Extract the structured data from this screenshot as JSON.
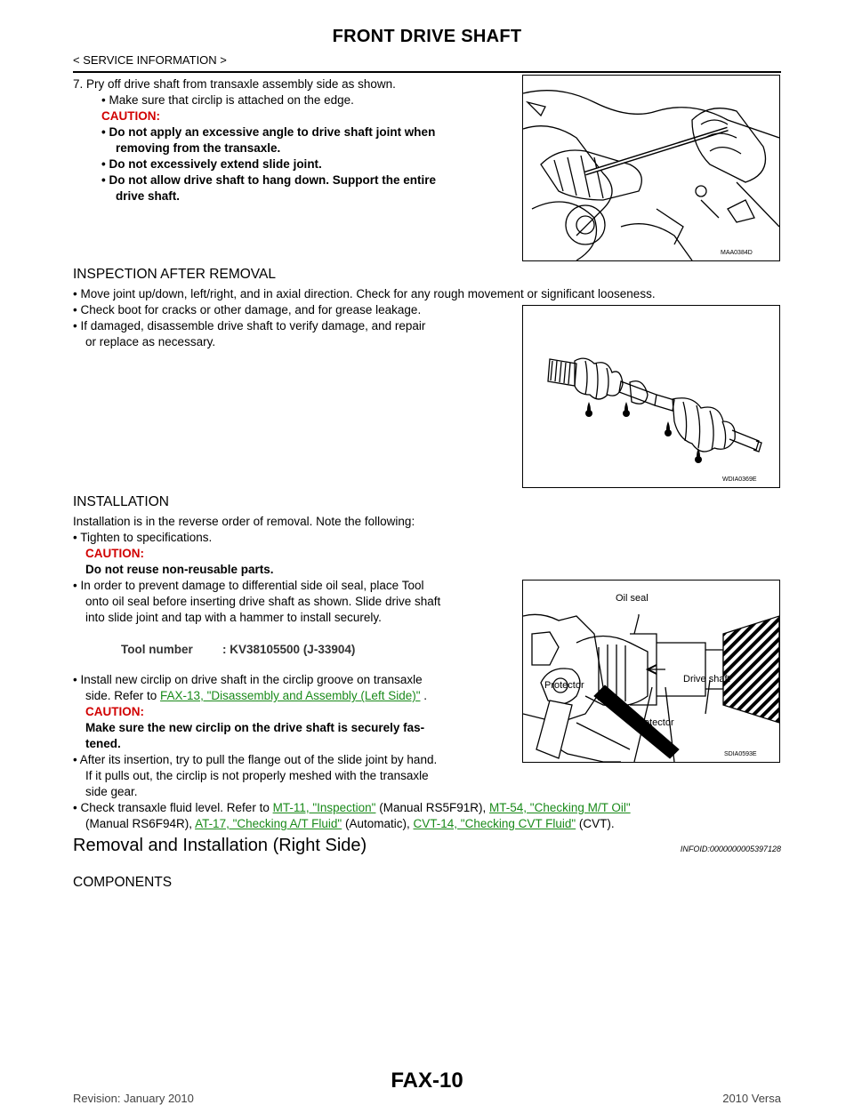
{
  "header": {
    "title": "FRONT DRIVE SHAFT",
    "section": "< SERVICE INFORMATION >"
  },
  "step7": {
    "main": "7.   Pry off drive shaft from transaxle assembly side as shown.",
    "bullet1": "• Make sure that circlip is attached on the edge.",
    "caution_label": "CAUTION:",
    "caution1a": "• Do not apply an excessive angle to drive shaft joint when",
    "caution1b": "removing from the transaxle.",
    "caution2": "• Do not excessively extend slide joint.",
    "caution3a": "• Do not allow drive shaft to hang down. Support the entire",
    "caution3b": "drive shaft."
  },
  "figures": {
    "fig1_code": "MAA0384D",
    "fig2_code": "WDIA0369E",
    "fig3_code": "SDIA0593E",
    "fig3_label_oil_seal": "Oil seal",
    "fig3_label_protector_left": "Protector",
    "fig3_label_protector_right": "Protector",
    "fig3_label_drive_shaft": "Drive shaft"
  },
  "inspection": {
    "heading": "INSPECTION AFTER REMOVAL",
    "b1": "• Move joint up/down, left/right, and in axial direction. Check for any rough movement or significant looseness.",
    "b2": "• Check boot for cracks or other damage, and for grease leakage.",
    "b3a": "• If damaged, disassemble drive shaft to verify damage, and repair",
    "b3b": "or replace as necessary."
  },
  "installation": {
    "heading": "INSTALLATION",
    "intro": "Installation is in the reverse order of removal. Note the following:",
    "b1": "• Tighten to specifications.",
    "b1_caution_label": "CAUTION:",
    "b1_caution_text": "Do not reuse non-reusable parts.",
    "b2a": "• In order to prevent damage to differential side oil seal, place Tool",
    "b2b": "onto oil seal before inserting drive shaft as shown. Slide drive shaft",
    "b2c": "into slide joint and tap with a hammer to install securely.",
    "tool_label": "Tool number",
    "tool_value": ": KV38105500 (J-33904)",
    "b3a": "• Install new circlip on drive shaft in the circlip groove on transaxle",
    "b3b_pre": "side. Refer to ",
    "b3b_link": "FAX-13, \"Disassembly and Assembly (Left Side)\"",
    "b3b_post": " .",
    "b3_caution_label": "CAUTION:",
    "b3_caution_a": "Make sure the new circlip on the drive shaft is securely fas-",
    "b3_caution_b": "tened.",
    "b4a": "• After its insertion, try to pull the flange out of the slide joint by hand.",
    "b4b": "If it pulls out, the circlip is not properly meshed with the transaxle",
    "b4c": "side gear.",
    "b5_pre": "• Check transaxle fluid level. Refer to ",
    "b5_link1": "MT-11, \"Inspection\"",
    "b5_mid1": " (Manual RS5F91R), ",
    "b5_link2": "MT-54, \"Checking M/T Oil\"",
    "b5_l2_pre": "(Manual RS6F94R), ",
    "b5_link3": "AT-17, \"Checking A/T Fluid\"",
    "b5_mid2": " (Automatic), ",
    "b5_link4": "CVT-14, \"Checking CVT Fluid\"",
    "b5_post": " (CVT)."
  },
  "right_side": {
    "heading": "Removal and Installation (Right Side)",
    "infoid": "INFOID:0000000005397128",
    "components": "COMPONENTS"
  },
  "footer": {
    "page_id": "FAX-10",
    "revision": "Revision: January 2010",
    "model": "2010 Versa"
  }
}
